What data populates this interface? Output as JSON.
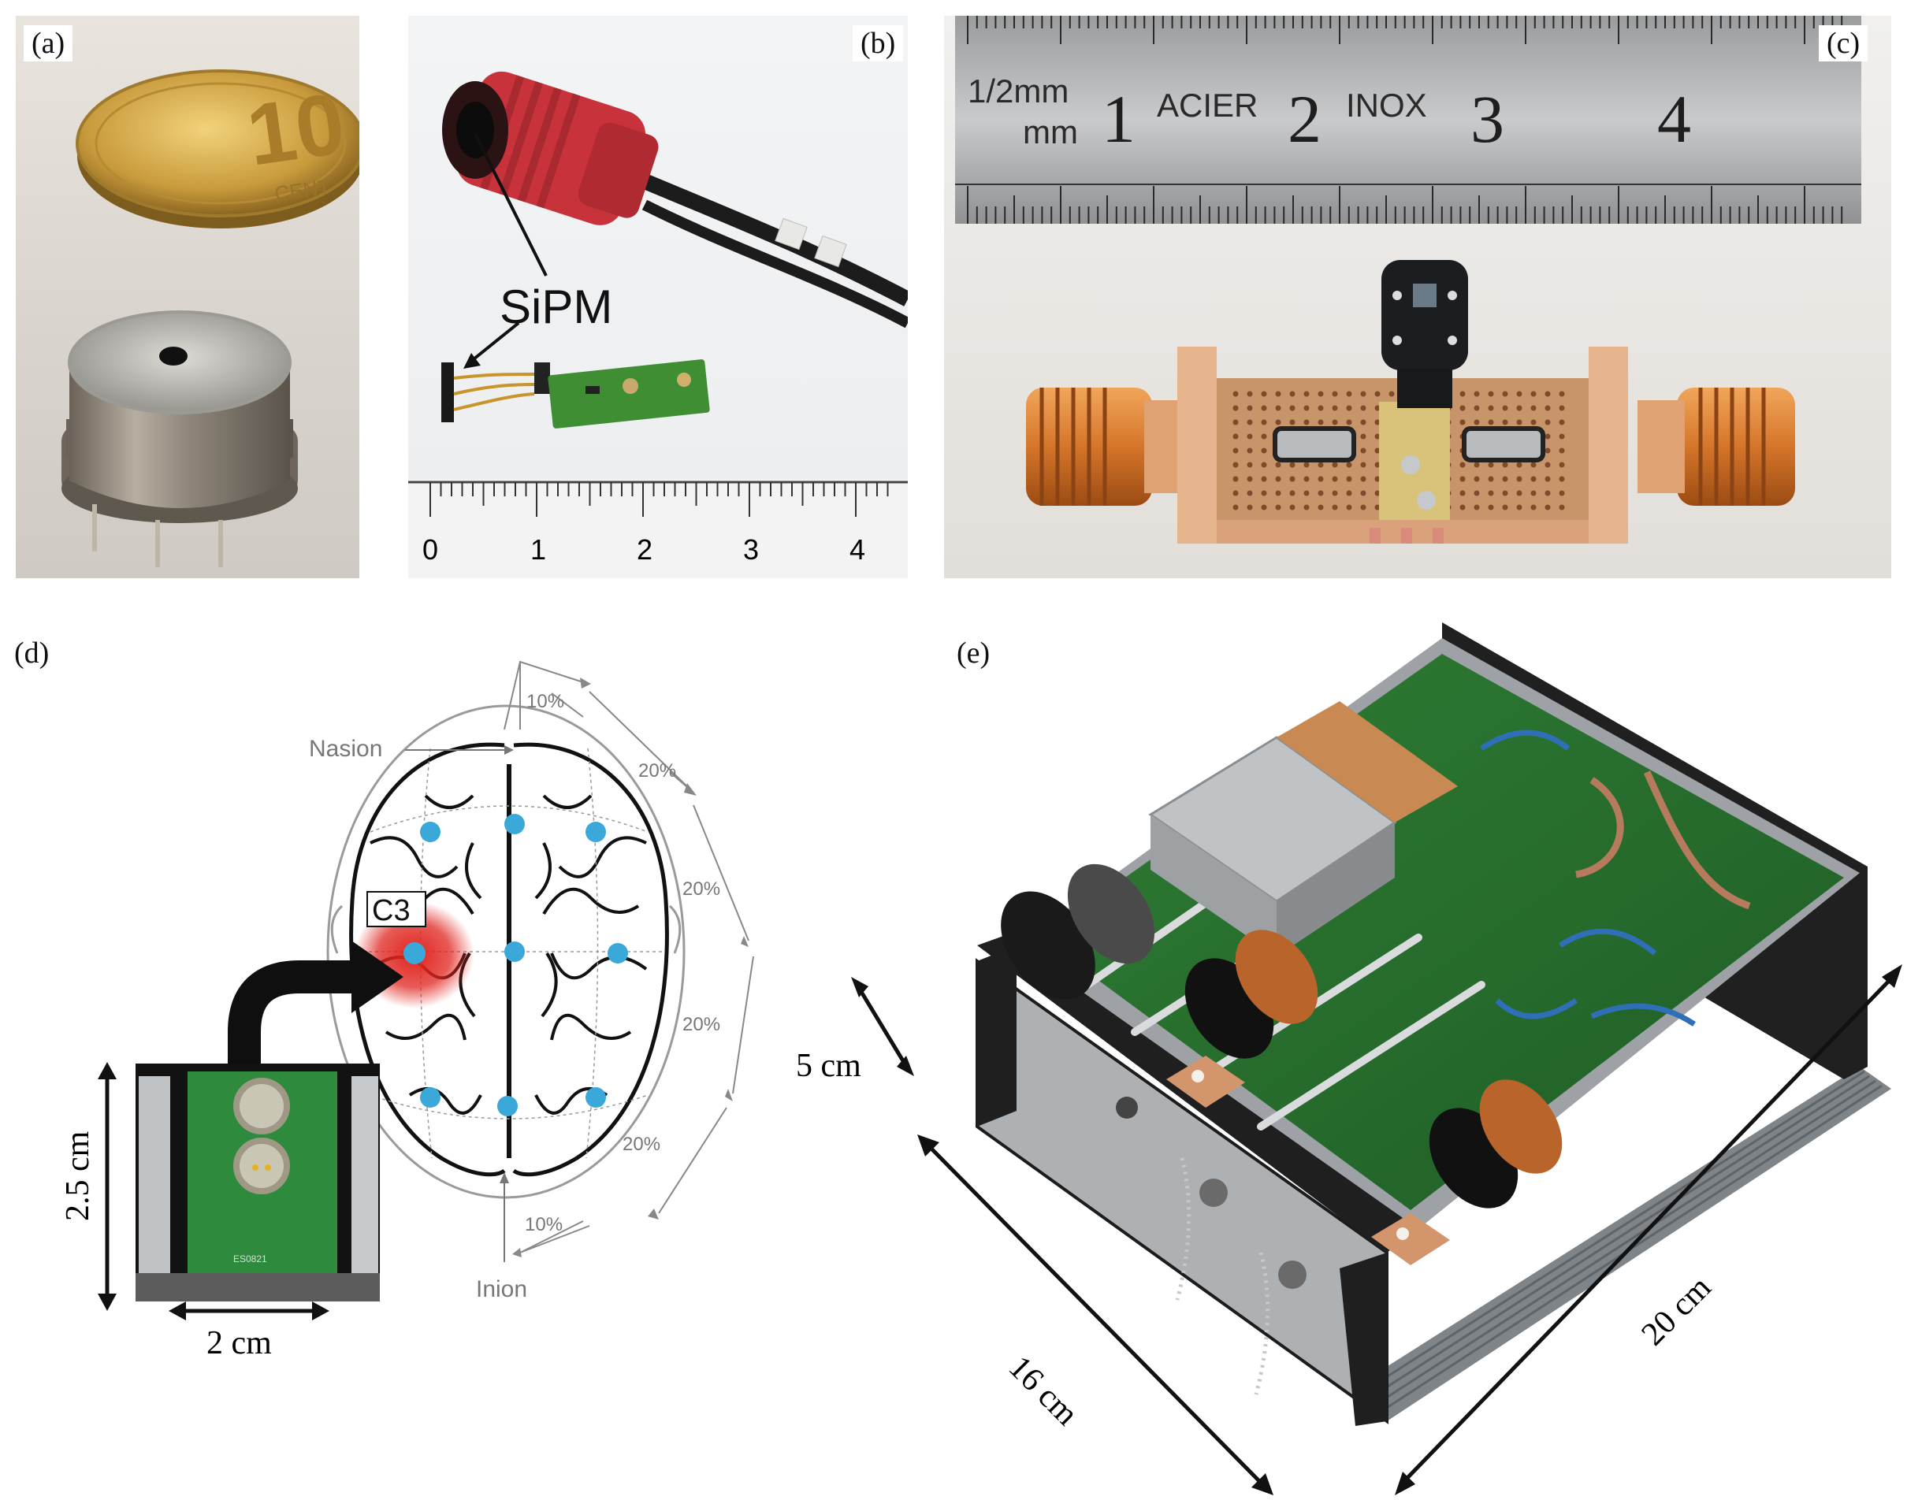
{
  "panels": {
    "a": {
      "label": "(a)",
      "coin_value": "10",
      "coin_unit": "CENT"
    },
    "b": {
      "label": "(b)",
      "callout": "SiPM",
      "ruler_numbers": [
        "0",
        "1",
        "2",
        "3",
        "4"
      ]
    },
    "c": {
      "label": "(c)",
      "ruler_text_1": "1/2mm",
      "ruler_text_2": "mm",
      "ruler_text_3": "ACIER",
      "ruler_text_4": "INOX",
      "ruler_numbers": [
        "1",
        "2",
        "3",
        "4"
      ]
    },
    "d": {
      "label": "(d)",
      "electrode": "C3",
      "nasion": "Nasion",
      "inion": "Inion",
      "pct_top": "10%",
      "pct_1": "20%",
      "pct_2": "20%",
      "pct_3": "20%",
      "pct_4": "20%",
      "pct_bottom": "10%",
      "height_dim": "2.5 cm",
      "width_dim": "2 cm",
      "pcb_marking": "ES0821",
      "electrode_color": "#3aa8d8",
      "highlight_color": "#e0241e"
    },
    "e": {
      "label": "(e)",
      "dim_height": "5 cm",
      "dim_depth": "16 cm",
      "dim_length": "20 cm"
    }
  }
}
